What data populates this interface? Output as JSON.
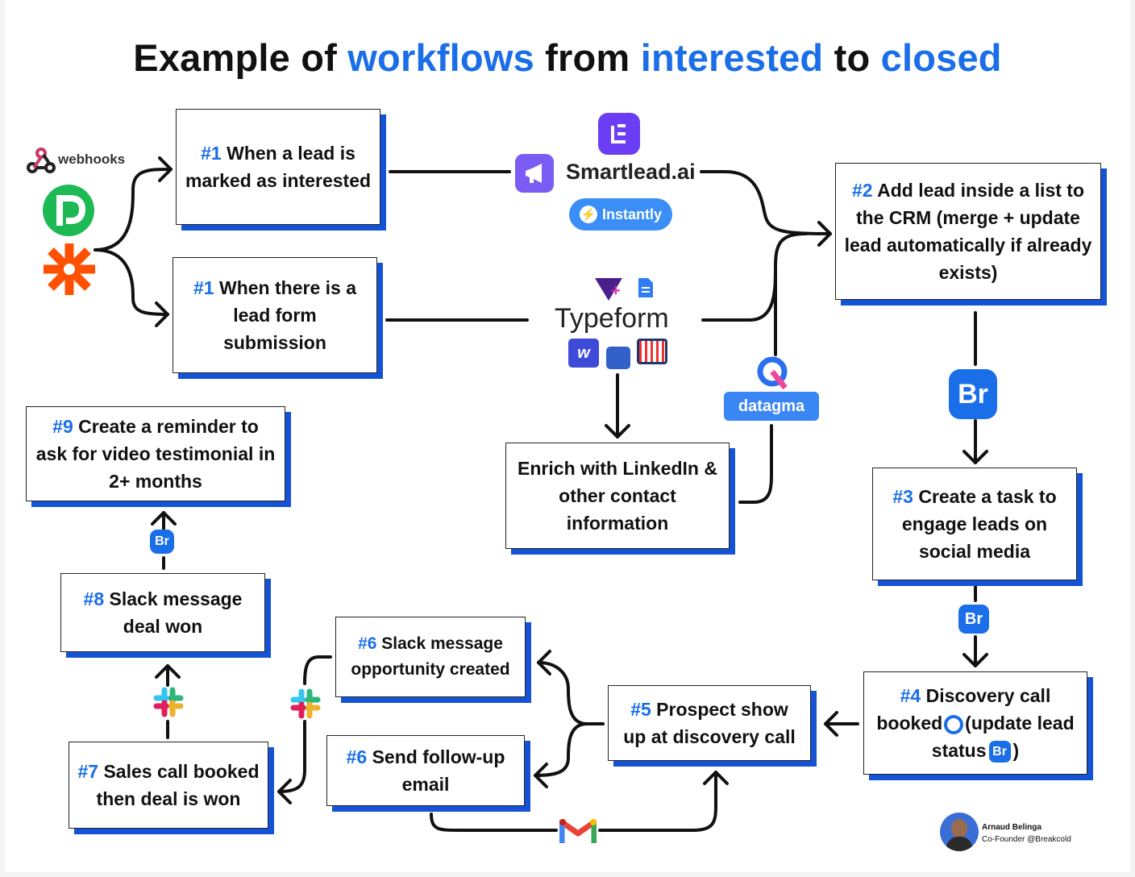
{
  "title": {
    "p1": "Example of ",
    "h1": "workflows",
    "p2": " from ",
    "h2": "interested",
    "p3": " to ",
    "h3": "closed"
  },
  "boxes": {
    "b1a": {
      "num": "#1",
      "text": " When a lead is marked as interested"
    },
    "b1b": {
      "num": "#1",
      "text": " When there is a lead form submission"
    },
    "b2": {
      "num": "#2",
      "text": " Add lead inside a list to the CRM (merge + update lead automatically if already exists)"
    },
    "enrich": {
      "text": "Enrich with LinkedIn & other contact information"
    },
    "b3": {
      "num": "#3",
      "text": " Create a task to engage leads on social media"
    },
    "b4": {
      "num": "#4",
      "t1": " Discovery call booked",
      "t2": "(update lead status",
      "t3": ")"
    },
    "b5": {
      "num": "#5",
      "text": " Prospect show up at discovery call"
    },
    "b6a": {
      "num": "#6",
      "text": " Slack message opportunity created"
    },
    "b6b": {
      "num": "#6",
      "text": " Send follow-up email"
    },
    "b7": {
      "num": "#7",
      "text": " Sales call booked then deal is won"
    },
    "b8": {
      "num": "#8",
      "text": " Slack message deal won"
    },
    "b9": {
      "num": "#9",
      "text": " Create a reminder to ask for video testimonial in 2+ months"
    }
  },
  "logos": {
    "webhooks": "webhooks",
    "smartlead": "Smartlead.ai",
    "instantly": "Instantly",
    "typeform": "Typeform",
    "datagma": "datagma",
    "breakcold": "Br"
  },
  "author": {
    "name": "Arnaud Belinga",
    "role": "Co-Founder @Breakcold"
  },
  "colors": {
    "accent": "#1a6ee8",
    "shadow": "#1553d6",
    "zapier": "#ff4f00",
    "pipedream": "#1db954",
    "smartlead_purple": "#6b4ef5"
  }
}
